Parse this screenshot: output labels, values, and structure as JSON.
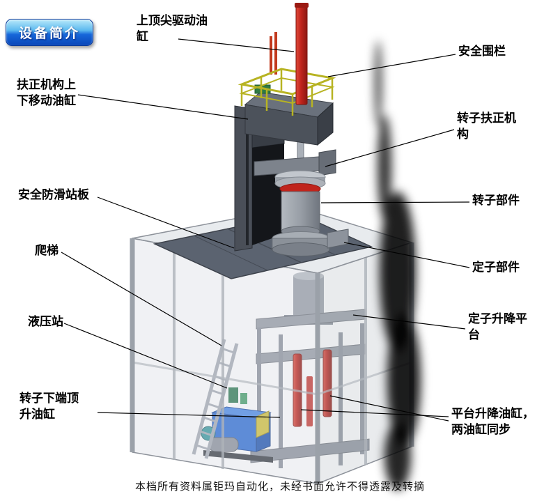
{
  "badge": {
    "label": "设备简介"
  },
  "diagram": {
    "labels": [
      {
        "id": "top-center-cylinder",
        "text": "上顶尖驱动油\n缸"
      },
      {
        "id": "safety-fence",
        "text": "安全围栏"
      },
      {
        "id": "centering-move-cylinder",
        "text": "扶正机构上\n下移动油缸"
      },
      {
        "id": "rotor-centering-mechanism",
        "text": "转子扶正机\n构"
      },
      {
        "id": "antislip-plate",
        "text": "安全防滑站板"
      },
      {
        "id": "rotor-component",
        "text": "转子部件"
      },
      {
        "id": "ladder",
        "text": "爬梯"
      },
      {
        "id": "stator-component",
        "text": "定子部件"
      },
      {
        "id": "hydraulic-station",
        "text": "液压站"
      },
      {
        "id": "stator-lift-platform",
        "text": "定子升降平\n台"
      },
      {
        "id": "rotor-bottom-jack-cylinder",
        "text": "转子下端顶\n升油缸"
      },
      {
        "id": "platform-lift-cylinders",
        "text": "平台升降油缸，\n两油缸同步"
      }
    ]
  },
  "footer": {
    "text": "本档所有资料属钜玛自动化，未经书面允许不得透露及转摘"
  },
  "colors": {
    "accent_red": "#c0241c",
    "railing_yellow": "#b7b322",
    "hydraulic_blue": "#2e6fd6",
    "plate_gray": "#5b6370",
    "badge_blue": "#1767da"
  }
}
